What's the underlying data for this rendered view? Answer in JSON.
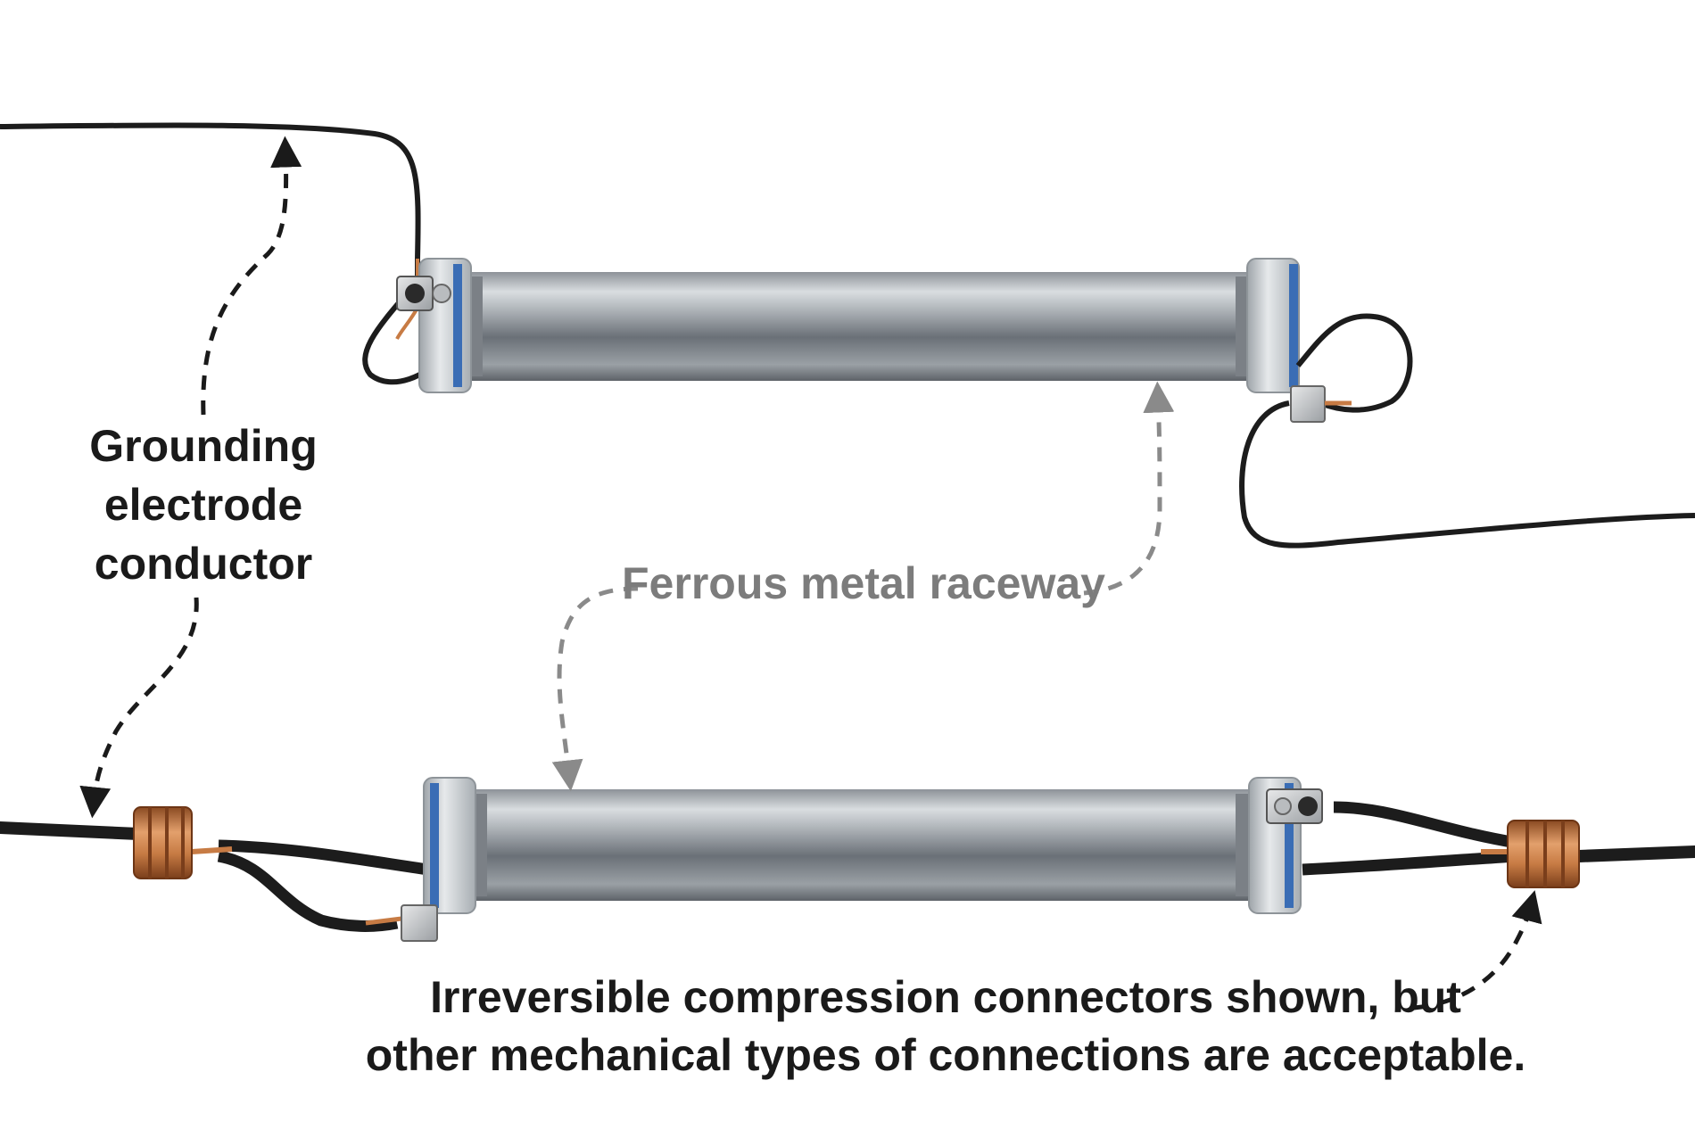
{
  "labels": {
    "gec_line1": "Grounding",
    "gec_line2": "electrode",
    "gec_line3": "conductor",
    "raceway": "Ferrous metal raceway",
    "note_line1": "Irreversible compression connectors shown, but",
    "note_line2": "other mechanical types of connections are acceptable."
  },
  "colors": {
    "wire": "#1c1c1c",
    "copper": "#c77b44",
    "pipe_dark": "#5d6268",
    "pipe_light": "#d9dde0",
    "fitting_blue": "#3a6db5",
    "fitting": "#c9ced2",
    "arrow_dark": "#1a1a1a",
    "arrow_grey": "#8a8a8a"
  }
}
